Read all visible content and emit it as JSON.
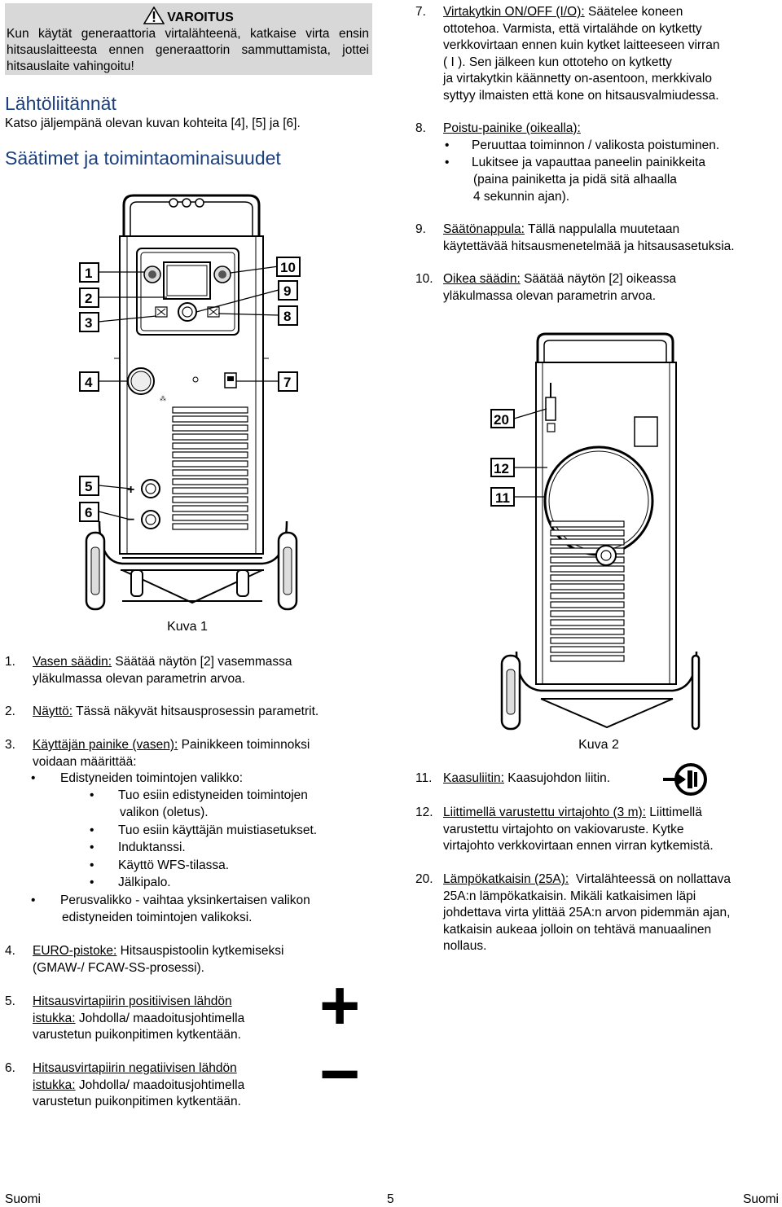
{
  "warning": {
    "title": "VAROITUS",
    "body": "Kun käytät generaattoria virtalähteenä, katkaise virta ensin hitsauslaitteesta ennen generaattorin sammuttamista, jottei hitsauslaite vahingoitu!"
  },
  "outputs": {
    "heading": "Lähtöliitännät",
    "text": "Katso jäljempänä olevan kuvan kohteita [4], [5] ja [6]."
  },
  "controls_heading": "Säätimet ja toimintaominaisuudet",
  "figure1": {
    "caption": "Kuva 1",
    "labels": [
      "1",
      "2",
      "3",
      "4",
      "5",
      "6",
      "7",
      "8",
      "9",
      "10"
    ],
    "plus": "+",
    "minus": "−"
  },
  "figure2": {
    "caption": "Kuva 2",
    "labels": [
      "20",
      "12",
      "11"
    ]
  },
  "left_items": [
    {
      "num": "1.",
      "title": "Vasen säädin:",
      "text": " Säätää näytön [2] vasemmassa",
      "line2": "yläkulmassa olevan parametrin arvoa."
    },
    {
      "num": "2.",
      "title": "Näyttö:",
      "text": " Tässä näkyvät hitsausprosessin parametrit."
    },
    {
      "num": "3.",
      "title": "Käyttäjän painike (vasen):",
      "text": " Painikkeen toiminnoksi",
      "line2": "voidaan määrittää:"
    },
    {
      "num": "4.",
      "title": "EURO-pistoke:",
      "text": " Hitsauspistoolin kytkemiseksi",
      "line2": "(GMAW-/ FCAW-SS-prosessi)."
    },
    {
      "num": "5.",
      "title": "Hitsausvirtapiirin positiivisen lähdön",
      "title2": "istukka:",
      "text": " Johdolla/ maadoitusjohtimella",
      "line3": "varustetun puikonpitimen kytkentään."
    },
    {
      "num": "6.",
      "title": "Hitsausvirtapiirin negatiivisen lähdön",
      "title2": "istukka:",
      "text": " Johdolla/ maadoitusjohtimella",
      "line3": "varustetun puikonpitimen kytkentään."
    }
  ],
  "item3_bullets": {
    "main1": "Edistyneiden toimintojen valikko:",
    "sub": [
      "Tuo esiin edistyneiden toimintojen",
      "valikon (oletus).",
      "Tuo esiin käyttäjän muistiasetukset.",
      "Induktanssi.",
      "Käyttö WFS-tilassa.",
      "Jälkipalo."
    ],
    "main2a": "Perusvalikko - vaihtaa yksinkertaisen valikon",
    "main2b": "edistyneiden toimintojen valikoksi."
  },
  "plus_symbol": "+",
  "minus_symbol": "−",
  "right_items": {
    "i7": {
      "num": "7.",
      "title": "Virtakytkin ON/OFF (I/O):",
      "text": " Säätelee koneen",
      "lines": [
        "ottotehoa. Varmista, että virtalähde on kytketty",
        "verkkovirtaan ennen kuin kytket laitteeseen virran",
        "( I ). Sen jälkeen kun ottoteho on kytketty",
        "ja virtakytkin käännetty on-asentoon, merkkivalo",
        "syttyy ilmaisten että kone on hitsausvalmiudessa."
      ]
    },
    "i8": {
      "num": "8.",
      "title": "Poistu-painike (oikealla):",
      "b1": "Peruuttaa toiminnon / valikosta poistuminen.",
      "b2": "Lukitsee ja vapauttaa paneelin painikkeita",
      "b2l2": "(paina painiketta ja pidä sitä alhaalla",
      "b2l3": "4 sekunnin ajan)."
    },
    "i9": {
      "num": "9.",
      "title": "Säätönappula:",
      "text": " Tällä nappulalla muutetaan",
      "line2": "käytettävää hitsausmenetelmää ja hitsausasetuksia."
    },
    "i10": {
      "num": "10.",
      "title": "Oikea säädin:",
      "text": " Säätää näytön [2] oikeassa",
      "line2": "yläkulmassa olevan parametrin arvoa."
    },
    "i11": {
      "num": "11.",
      "title": "Kaasuliitin:",
      "text": " Kaasujohdon liitin."
    },
    "i12": {
      "num": "12.",
      "title": "Liittimellä varustettu virtajohto (3 m):",
      "text": " Liittimellä",
      "lines": [
        "varustettu virtajohto on vakiovaruste. Kytke",
        "virtajohto verkkovirtaan ennen virran kytkemistä."
      ]
    },
    "i20": {
      "num": "20.",
      "title": "Lämpökatkaisin (25A):",
      "text": "  Virtalähteessä on nollattava",
      "lines": [
        "25A:n lämpökatkaisin. Mikäli katkaisimen läpi",
        "johdettava virta ylittää 25A:n arvon pidemmän ajan,",
        "katkaisin aukeaa jolloin on tehtävä manuaalinen",
        "nollaus."
      ]
    }
  },
  "footer": {
    "left": "Suomi",
    "center": "5",
    "right": "Suomi"
  }
}
